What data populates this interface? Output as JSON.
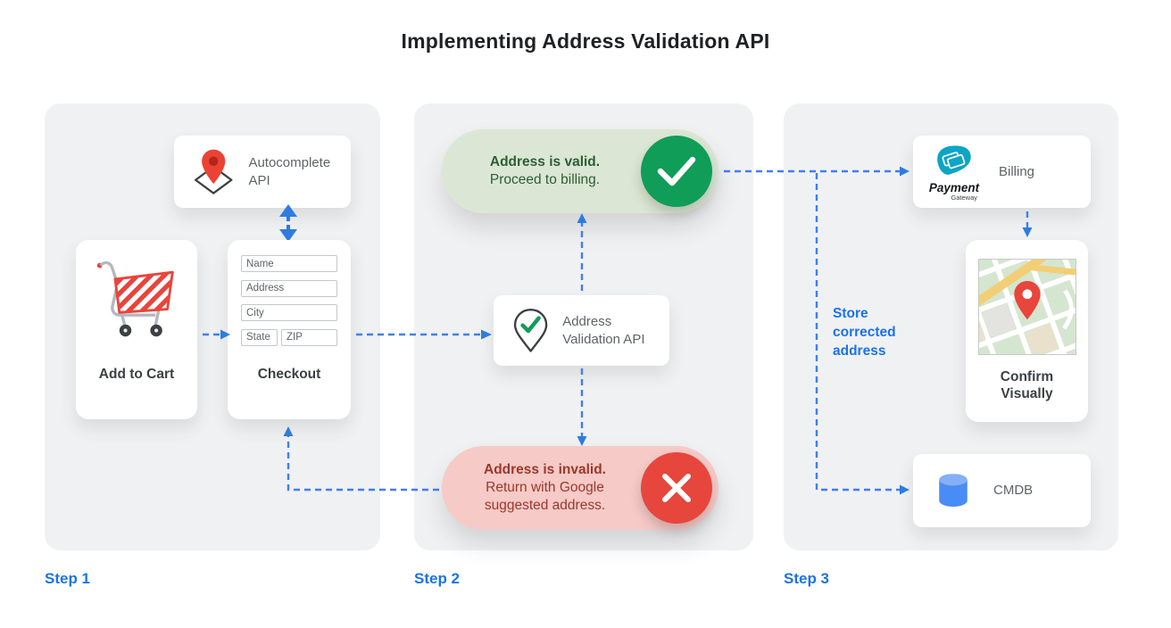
{
  "title": "Implementing Address Validation API",
  "step_labels": {
    "one": "Step 1",
    "two": "Step 2",
    "three": "Step 3"
  },
  "step1": {
    "autocomplete": {
      "label": "Autocomplete API",
      "icon": "map-pin-diamond-icon"
    },
    "add_to_cart": {
      "label": "Add to Cart",
      "icon": "shopping-cart-icon"
    },
    "checkout": {
      "label": "Checkout",
      "fields": {
        "name": "Name",
        "address": "Address",
        "city": "City",
        "state": "State",
        "zip": "ZIP"
      }
    }
  },
  "step2": {
    "valid": {
      "title": "Address is valid.",
      "subtitle": "Proceed to billing.",
      "icon": "check-icon"
    },
    "validation_api": {
      "label": "Address Validation API",
      "icon": "map-pin-check-icon"
    },
    "invalid": {
      "title": "Address is invalid.",
      "subtitle": "Return with Google suggested address.",
      "icon": "x-icon"
    }
  },
  "step3": {
    "billing": {
      "label": "Billing",
      "logo_title": "Payment",
      "logo_subtitle": "Gateway",
      "icon": "payment-gateway-logo"
    },
    "confirm": {
      "label": "Confirm Visually",
      "icon": "map-thumbnail-icon"
    },
    "cmdb": {
      "label": "CMDB",
      "icon": "database-icon"
    },
    "store_note": "Store corrected address"
  },
  "colors": {
    "accent_blue": "#1a73e8",
    "arrow_blue": "#3f7ef2",
    "valid_green": "#0f9d58",
    "valid_bg": "#dbe7d4",
    "valid_text": "#2c5e34",
    "invalid_red": "#e7463d",
    "invalid_bg": "#f6cac7",
    "invalid_text": "#9d372b",
    "pin_red": "#ea4335",
    "gateway_teal": "#0ca5c3",
    "db_blue": "#4a8cf5",
    "panel_bg": "#f0f1f2"
  }
}
